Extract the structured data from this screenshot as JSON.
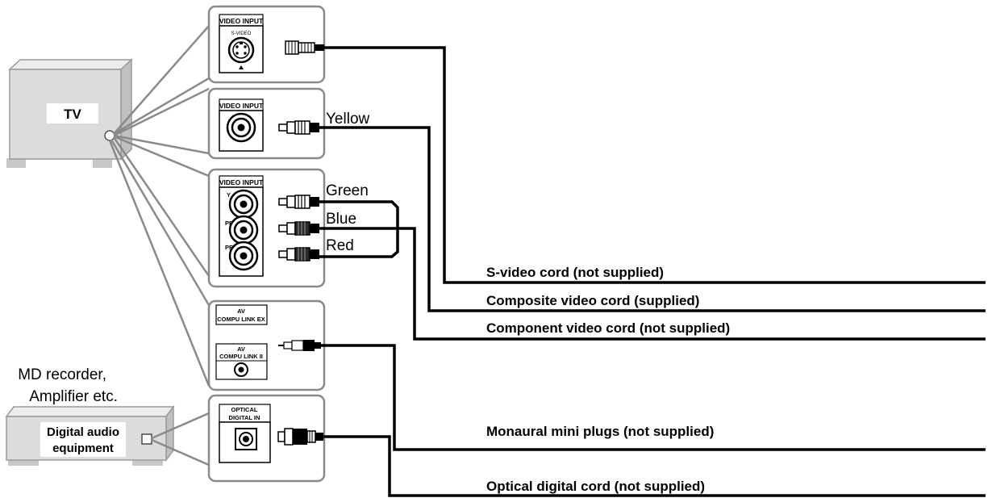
{
  "devices": {
    "tv": {
      "label": "TV"
    },
    "digital_equipment": {
      "label_line1": "Digital audio",
      "label_line2": "equipment",
      "caption_line1": "MD recorder,",
      "caption_line2": "Amplifier etc."
    }
  },
  "panels": {
    "svideo": {
      "title": "VIDEO INPUT",
      "sublabel": "S-VIDEO"
    },
    "composite": {
      "title": "VIDEO INPUT"
    },
    "component": {
      "title": "VIDEO INPUT",
      "jack_y": "Y",
      "jack_pb": "PB",
      "jack_pr": "PR"
    },
    "av": {
      "top_line1": "AV",
      "top_line2": "COMPU LINK EX",
      "bottom_line1": "AV",
      "bottom_line2": "COMPU LINK II"
    },
    "optical": {
      "line1": "OPTICAL",
      "line2": "DIGITAL IN"
    }
  },
  "wire_colors": {
    "yellow": "Yellow",
    "green": "Green",
    "blue": "Blue",
    "red": "Red"
  },
  "cords": {
    "svideo": "S-video cord (not supplied)",
    "composite": "Composite video cord (supplied)",
    "component": "Component video cord (not supplied)",
    "mini_plugs": "Monaural mini plugs (not supplied)",
    "optical": "Optical digital cord (not supplied)"
  },
  "colors": {
    "device_fill": "#dcdcdc",
    "device_stroke": "#9a9a9a",
    "line": "#000000"
  }
}
